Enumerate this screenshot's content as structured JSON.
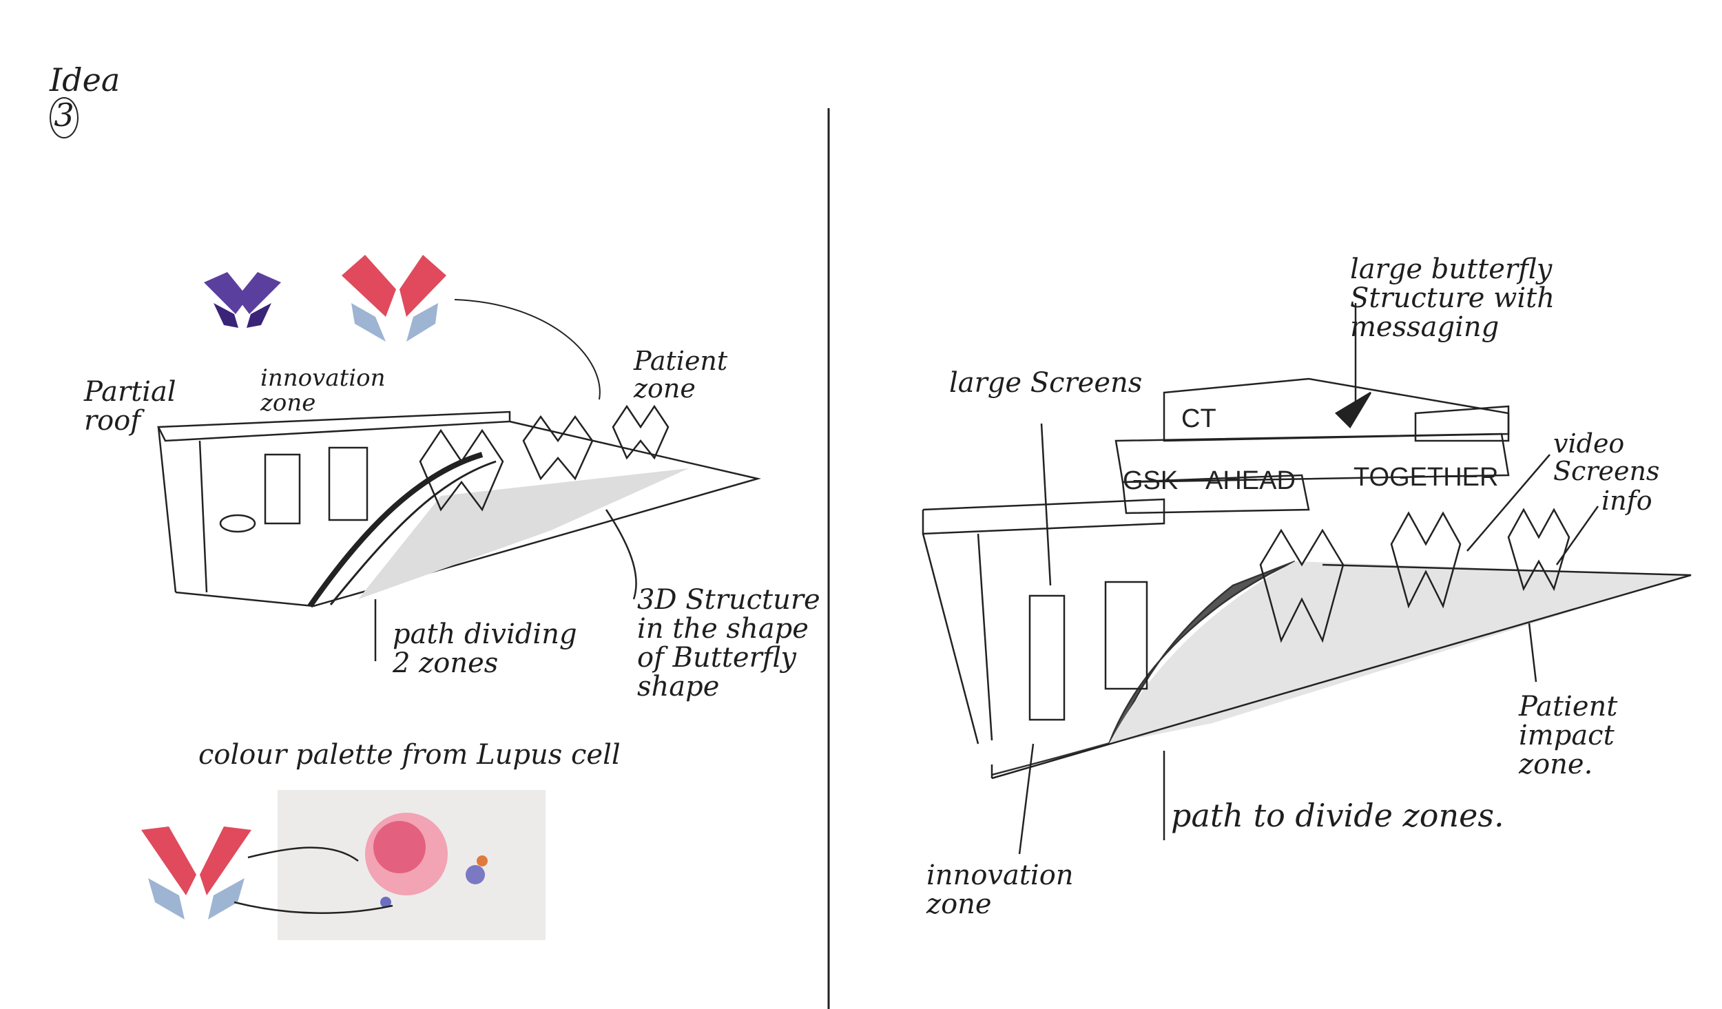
{
  "title": {
    "text": "Idea",
    "number": "3"
  },
  "left_sketch": {
    "labels": {
      "partial_roof": "Partial\nroof",
      "innovation_zone": "innovation\nzone",
      "patient_zone": "Patient\nzone",
      "path": "path dividing\n2 zones",
      "structure": "3D Structure\nin the shape\nof Butterfly\nshape"
    },
    "palette_caption": "colour palette from Lupus cell"
  },
  "right_sketch": {
    "labels": {
      "large_screens": "large Screens",
      "butterfly_structure": "large butterfly\n   Structure with\n     messaging",
      "video_screens": "video Screens",
      "info": "info",
      "patient_impact_zone": "Patient\nimpact\nzone.",
      "path": "path to divide zones.",
      "innovation_zone": "innovation\nzone"
    },
    "signage": [
      "GSK",
      "AHEAD",
      "TOGETHER",
      "CT"
    ]
  },
  "colors": {
    "purple_light": "#5b3f9e",
    "purple_dark": "#3a2477",
    "red": "#e04a5c",
    "blue": "#9db4d2",
    "path_grey": "#5a5a5a"
  }
}
